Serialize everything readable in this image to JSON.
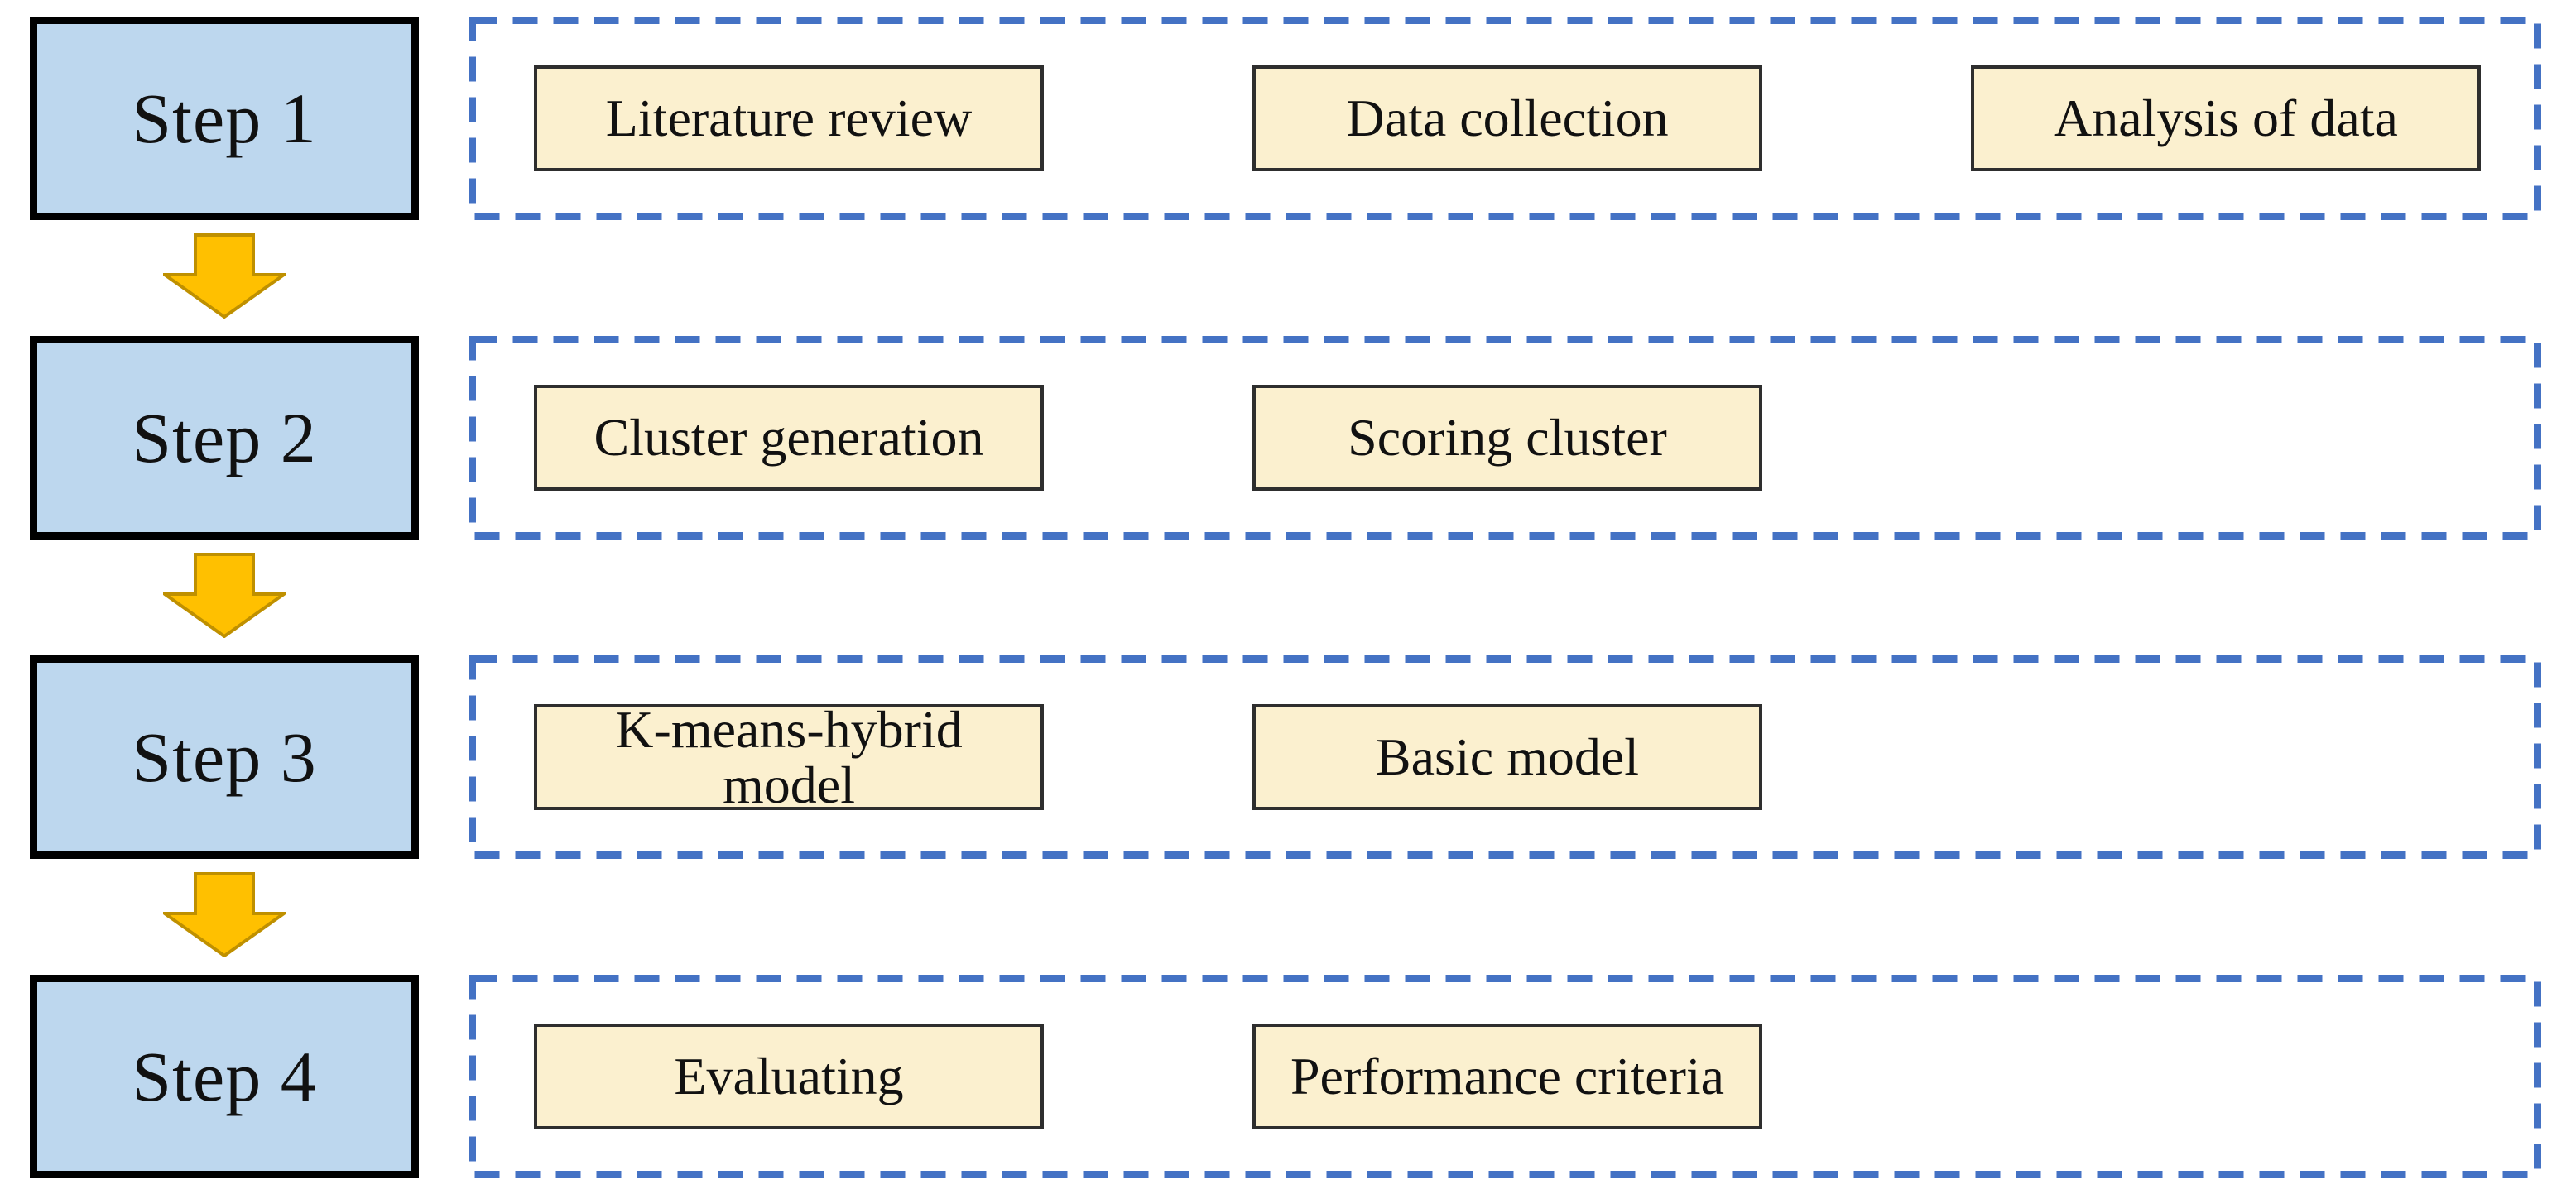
{
  "colors": {
    "background": "#FFFFFF",
    "text": "#111111",
    "step_fill": "#BDD7EE",
    "step_border": "#000000",
    "task_fill": "#FBF0CF",
    "task_border": "#2E2E2E",
    "dashed_border": "#4472C4",
    "arrow_fill": "#FFC000",
    "arrow_stroke": "#BF9000"
  },
  "icons": {
    "between_steps": "down-block-arrow-icon"
  },
  "steps": [
    {
      "label": "Step 1",
      "tasks": [
        "Literature review",
        "Data collection",
        "Analysis of data"
      ]
    },
    {
      "label": "Step 2",
      "tasks": [
        "Cluster generation",
        "Scoring cluster"
      ]
    },
    {
      "label": "Step 3",
      "tasks": [
        "K-means-hybrid\nmodel",
        "Basic model"
      ]
    },
    {
      "label": "Step 4",
      "tasks": [
        "Evaluating",
        "Performance criteria"
      ]
    }
  ]
}
